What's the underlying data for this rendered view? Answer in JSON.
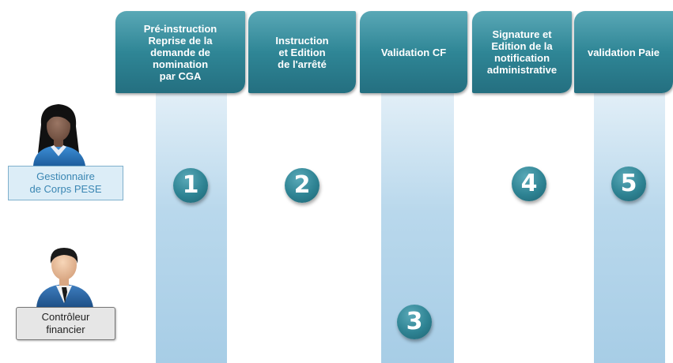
{
  "steps": [
    {
      "header": "Pré-instruction\nReprise de la\ndemande de\nnomination\npar CGA",
      "number": "1"
    },
    {
      "header": "Instruction\net Edition\nde l'arrêté",
      "number": "2"
    },
    {
      "header": "Validation CF",
      "number": "3"
    },
    {
      "header": "Signature et\nEdition de la\nnotification\nadministrative",
      "number": "4"
    },
    {
      "header": "validation Paie",
      "number": "5"
    }
  ],
  "actors": [
    {
      "label": "Gestionnaire\nde Corps PESE"
    },
    {
      "label": "Contrôleur\nfinancier"
    }
  ],
  "colors": {
    "header_teal": "#2f8696",
    "column_blue": "#b9d8ec",
    "circle_teal": "#2e8393",
    "gestionnaire_text": "#3a86b3"
  }
}
